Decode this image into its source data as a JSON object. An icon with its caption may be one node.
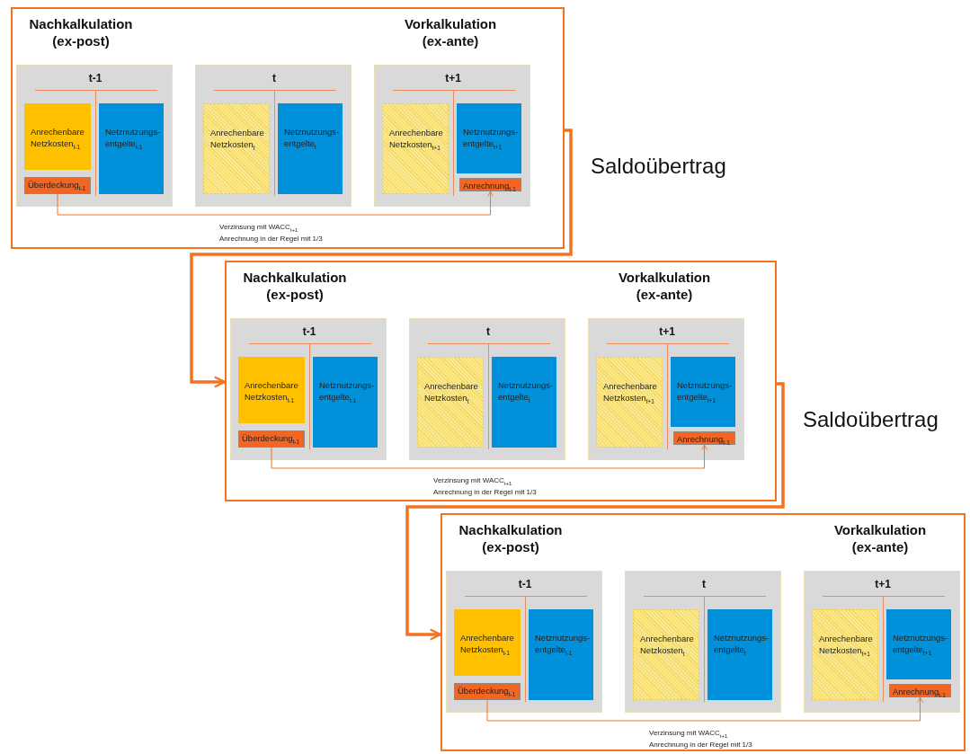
{
  "diagram": {
    "nodes": [
      {
        "text": [
          "Nachkalkulation (ex-post)",
          "Vorkalkulation (ex-ante)"
        ]
      },
      {
        "text": [
          "t-1"
        ],
        "in": 0
      },
      {
        "text": [
          "Anrechenbare Netzkosten$_{t-1}$"
        ],
        "in": 1
      },
      {
        "text": [
          "Netznutzungs-entgelte$_{t-1}$"
        ],
        "in": 1
      },
      {
        "text": [
          "Überdeckung$_{t-1}$"
        ],
        "in": 1
      },
      {
        "text": [
          "t"
        ],
        "in": 0
      },
      {
        "text": [
          "Anrechenbare Netzkosten$_{t}$"
        ],
        "in": 5
      },
      {
        "text": [
          "Netznutzungs-entgelte$_{t}$"
        ],
        "in": 5
      },
      {
        "text": [
          "t+1"
        ],
        "in": 0
      },
      {
        "text": [
          "Anrechenbare Netzkosten$_{t+1}$"
        ],
        "in": 8
      },
      {
        "text": [
          "Netznutzungs-entgelte$_{t+1}$"
        ],
        "in": 8
      },
      {
        "text": [
          "Anrechnung$_{t-1}$"
        ],
        "in": 8
      },
      {
        "text": [
          "Nachkalkulation (ex-post)",
          "Vorkalkulation (ex-ante)"
        ]
      },
      {
        "text": [
          "t-1"
        ],
        "in": 12
      },
      {
        "text": [
          "Anrechenbare Netzkosten$_{t-1}$"
        ],
        "in": 13
      },
      {
        "text": [
          "Netznutzungs-entgelte$_{t-1}$"
        ],
        "in": 13
      },
      {
        "text": [
          "Überdeckung$_{t-1}$"
        ],
        "in": 13
      },
      {
        "text": [
          "t"
        ],
        "in": 12
      },
      {
        "text": [
          "Anrechenbare Netzkosten$_{t}$"
        ],
        "in": 17
      },
      {
        "text": [
          "Netznutzungs-entgelte$_{t}$"
        ],
        "in": 17
      },
      {
        "text": [
          "t+1"
        ],
        "in": 12
      },
      {
        "text": [
          "Anrechenbare Netzkosten$_{t+1}$"
        ],
        "in": 20
      },
      {
        "text": [
          "Netznutzungs-entgelte$_{t+1}$"
        ],
        "in": 20
      },
      {
        "text": [
          "Anrechnung$_{t-1}$"
        ],
        "in": 20
      },
      {
        "text": [
          "Nachkalkulation (ex-post)",
          "Vorkalkulation (ex-ante)"
        ]
      },
      {
        "text": [
          "t-1"
        ],
        "in": 24
      },
      {
        "text": [
          "Anrechenbare Netzkosten$_{t-1}$"
        ],
        "in": 25
      },
      {
        "text": [
          "Netznutzungs-entgelte$_{t-1}$"
        ],
        "in": 25
      },
      {
        "text": [
          "Überdeckung$_{t-1}$"
        ],
        "in": 25
      },
      {
        "text": [
          "t"
        ],
        "in": 24
      },
      {
        "text": [
          "Anrechenbare Netzkosten$_{t}$"
        ],
        "in": 29
      },
      {
        "text": [
          "Netznutzungs-entgelte$_{t}$"
        ],
        "in": 29
      },
      {
        "text": [
          "t+1"
        ],
        "in": 24
      },
      {
        "text": [
          "Anrechenbare Netzkosten$_{t+1}$"
        ],
        "in": 32
      },
      {
        "text": [
          "Netznutzungs-entgelte$_{t+1}$"
        ],
        "in": 32
      },
      {
        "text": [
          "Anrechnung$_{t-1}$"
        ],
        "in": 32
      }
    ],
    "edges": [
      {
        "from": 4,
        "to": 11,
        "arrow": "to",
        "label": "Verzinsung mit WACC$_{t+1}$ Anrechnung in der Regel mit 1/3"
      },
      {
        "from": 16,
        "to": 23,
        "arrow": "to",
        "label": "Verzinsung mit WACC$_{t+1}$ Anrechnung in der Regel mit 1/3"
      },
      {
        "from": 28,
        "to": 35,
        "arrow": "to",
        "label": "Verzinsung mit WACC$_{t+1}$ Anrechnung in der Regel mit 1/3"
      },
      {
        "from": 0,
        "to": 12,
        "arrow": "to",
        "label": "Saldoübertrag",
        "style": "thick"
      },
      {
        "from": 12,
        "to": 24,
        "arrow": "to",
        "label": "Saldoübertrag",
        "style": "thick"
      }
    ]
  }
}
